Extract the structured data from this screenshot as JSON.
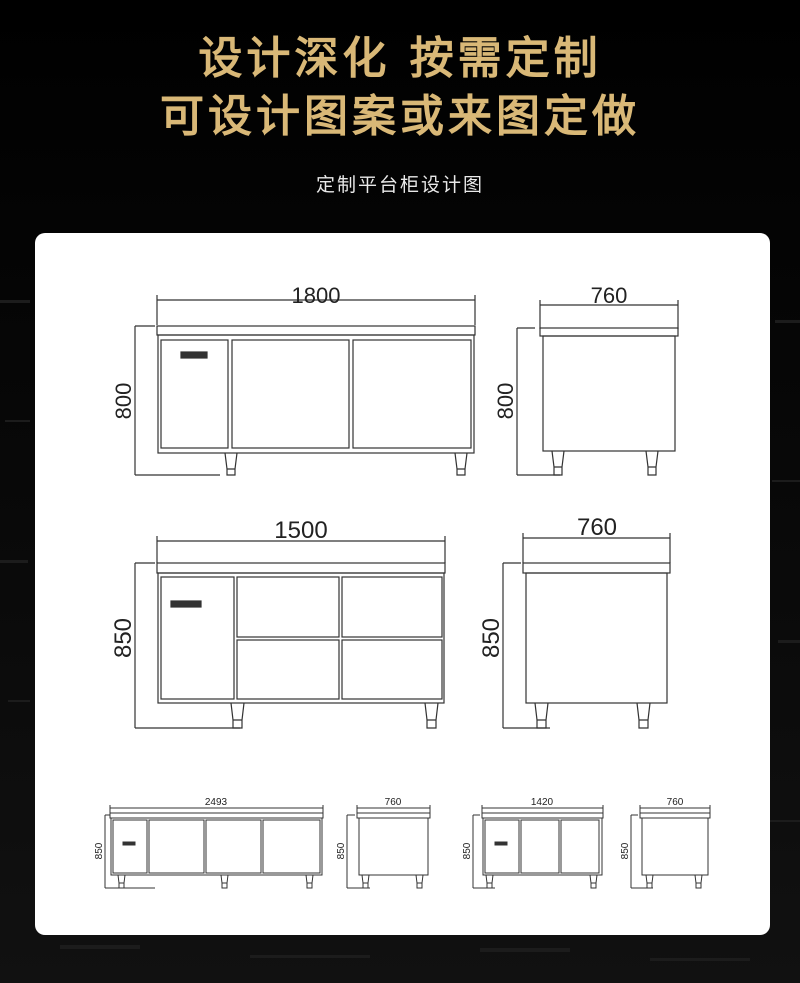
{
  "header": {
    "headline_line1": "设计深化 按需定制",
    "headline_line2": "可设计图案或来图定做",
    "subtitle": "定制平台柜设计图"
  },
  "colors": {
    "headline": "#d9b877",
    "background": "#000000",
    "card": "#ffffff",
    "line": "#333333"
  },
  "drawings": {
    "d1800_front": {
      "width": "1800",
      "height": "800"
    },
    "d1800_side": {
      "depth": "760",
      "height": "800"
    },
    "d1500_front": {
      "width": "1500",
      "height": "850"
    },
    "d1500_side": {
      "depth": "760",
      "height": "850"
    },
    "d2493_front": {
      "width": "2493",
      "height": "850"
    },
    "d2493_side": {
      "depth": "760",
      "height": "850"
    },
    "d1420_front": {
      "width": "1420",
      "height": "850"
    },
    "d1420_side": {
      "depth": "760",
      "height": "850"
    }
  }
}
